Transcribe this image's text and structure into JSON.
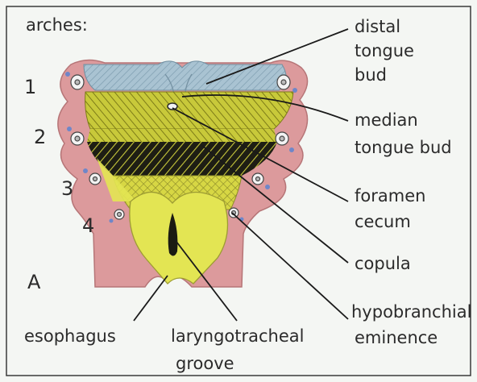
{
  "heading": "arches:",
  "arch_numbers": [
    "1",
    "2",
    "3",
    "4"
  ],
  "panel_letter": "A",
  "labels": {
    "distal_tongue_bud": [
      "distal",
      "tongue",
      "bud"
    ],
    "median_tongue_bud": [
      "median",
      "tongue bud"
    ],
    "foramen_cecum": [
      "foramen",
      "cecum"
    ],
    "copula": "copula",
    "hypobranchial_eminence": [
      "hypobranchial",
      "eminence"
    ],
    "esophagus": "esophagus",
    "laryngotracheal_groove": [
      "laryngotracheal",
      "groove"
    ]
  },
  "colors": {
    "background": "#f4f6f3",
    "arch_tissue": "#dc9a9c",
    "distal_tongue_bud": "#a9c3d2",
    "median_region": "#c8c93a",
    "hypobranchial_eminence": "#e3e553",
    "dark_band": "#1e1e14",
    "text": "#2b2b2b"
  }
}
